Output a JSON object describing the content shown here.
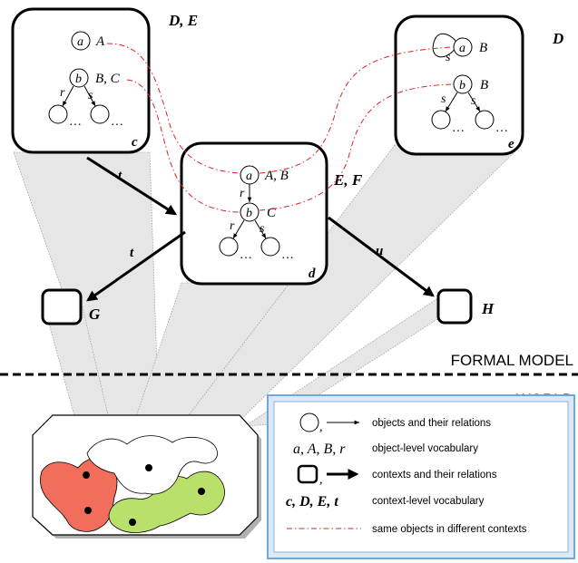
{
  "section_labels": {
    "formal_model": "FORMAL MODEL",
    "world": "WORLD"
  },
  "contexts": {
    "c": {
      "name": "c",
      "labels": "D, E"
    },
    "d": {
      "name": "d",
      "labels": "E, F"
    },
    "e": {
      "name": "e",
      "labels": "D"
    },
    "g": {
      "labels": "G"
    },
    "h": {
      "labels": "H"
    }
  },
  "context_c": {
    "node_a": "a",
    "node_a_label": "A",
    "node_b": "b",
    "node_b_label": "B, C",
    "edge_left": "r",
    "edge_right": "s",
    "ellipsis_left": "…",
    "ellipsis_right": "…"
  },
  "context_d": {
    "node_a": "a",
    "node_a_label": "A, B",
    "edge_ab": "r",
    "node_b": "b",
    "node_b_label": "C",
    "edge_left": "r",
    "edge_right": "s",
    "ellipsis_left": "…",
    "ellipsis_right": "…"
  },
  "context_e": {
    "node_a": "a",
    "node_a_label": "B",
    "loop_label": "s",
    "node_b": "b",
    "node_b_label": "B",
    "edge_left": "s",
    "edge_right": "s",
    "ellipsis_left": "…",
    "ellipsis_right": "…"
  },
  "arrows": {
    "c_to_d": "t",
    "d_to_g": "t",
    "d_to_h": "u"
  },
  "legend": {
    "items": [
      {
        "symbol": "○, →",
        "text": "objects and their relations"
      },
      {
        "symbol": "a, A, B, r",
        "text": "object-level vocabulary"
      },
      {
        "symbol": "□, ➔",
        "text": "contexts and their relations"
      },
      {
        "symbol": "c, D, E, t",
        "text": "context-level vocabulary"
      },
      {
        "symbol": "- · -",
        "text": "same objects in different contexts"
      }
    ]
  },
  "colors": {
    "red_region": "#f26d5b",
    "green_region": "#b8e06a",
    "legend_border": "#6fa8dc",
    "legend_bg": "#dde9f7",
    "dash_red": "#e02020",
    "projection_gray": "#e6e6e6"
  }
}
